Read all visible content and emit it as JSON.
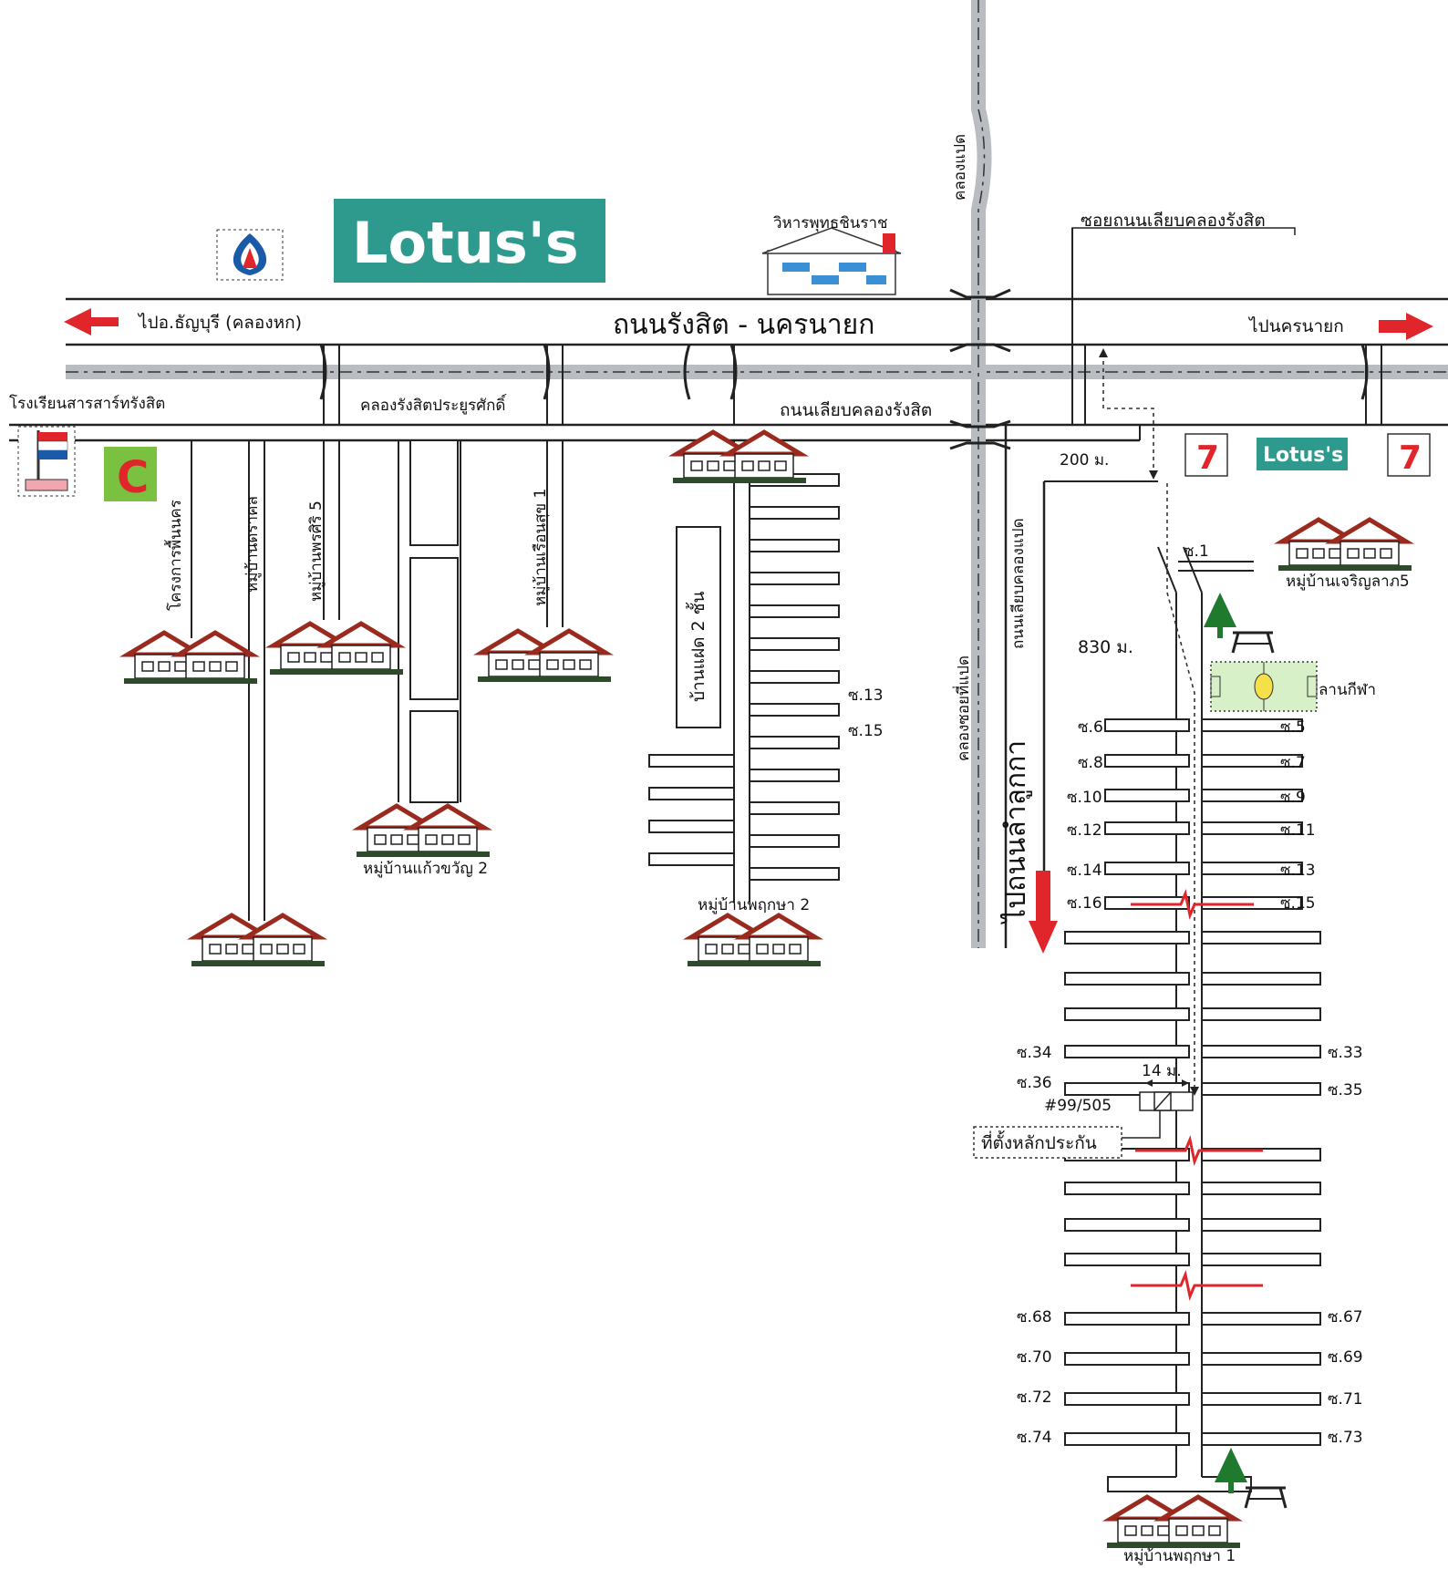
{
  "colors": {
    "arrow_red": "#e0262b",
    "house_roof": "#9a2a1e",
    "house_base": "#2d4a2a",
    "lotus_teal": "#2e9a8e",
    "lotus_orange": "#f5a623",
    "canal_grey": "#b9bcc0",
    "tree_green": "#1f7a2e",
    "field_green": "#d7f0c8",
    "seven_green": "#1f8a3a"
  },
  "icons": {
    "lotus_logo": "lotus-store-logo",
    "pt_logo": "pt-gas-station-logo",
    "bigc_logo": "bigc-store-logo",
    "seven_eleven": "7-eleven-store-icon",
    "temple": "temple-building-icon",
    "house": "village-house-icon",
    "tree": "tree-icon",
    "picnic_table": "picnic-table-icon",
    "school_flag": "school-flag-icon",
    "direction_arrow": "red-arrow-icon",
    "bridge": "bridge-icon"
  },
  "logos": {
    "lotus_main": "Lotus's",
    "lotus_small": "Lotus's",
    "bigc": "C",
    "seven": "7"
  },
  "labels": {
    "main_road": "ถนนรังสิต - นครนายก",
    "to_thanyaburi": "ไปอ.ธัญบุรี (คลองหก)",
    "to_nakhon_nayok": "ไปนครนายก",
    "temple": "วิหารพุทธชินราช",
    "canal_8": "คลองแปด",
    "soi_canal_road": "ซอยถนนเลียบคลองรังสิต",
    "school": "โรงเรียนสารสาร์ทรังสิต",
    "canal_rangsit": "คลองรังสิตประยูรศักดิ์",
    "canal_road": "ถนนเลียบคลองรังสิต",
    "dist_200": "200 ม.",
    "project_phun": "โครงการพื้นนคร",
    "village_darakol": "หมู่บ้านดราคล",
    "village_pornsiri": "หมู่บ้านพรศิริ 5",
    "village_ruenthong": "หมู่บ้านเรือนสุข 1",
    "flat": "บ้านแฝด 2 ชั้น",
    "village_kaewkwan": "หมู่บ้านแก้วขวัญ 2",
    "village_pruksa2": "หมู่บ้านพฤกษา 2",
    "soi_khlong8": "คลองซอยที่แปด",
    "road_khlong8": "ถนนเลียบคลองแปด",
    "to_lamlukka": "ไปถนนลำลูกกา",
    "village_charoen": "หมู่บ้านเจริญลาภ5",
    "dist_830": "830 ม.",
    "sports": "ลานกีฬา",
    "dist_14": "14 ม.",
    "house_no": "#99/505",
    "location": "ที่ตั้งหลักประกัน",
    "village_pruksa1": "หมู่บ้านพฤกษา 1"
  },
  "soi_labels": {
    "s1": "ซ.1",
    "s13a": "ซ.13",
    "s15a": "ซ.15",
    "s5": "ซ.5",
    "s6": "ซ.6",
    "s7": "ซ.7",
    "s8": "ซ.8",
    "s9": "ซ.9",
    "s10": "ซ.10",
    "s11": "ซ.11",
    "s12": "ซ.12",
    "s13": "ซ.13",
    "s14": "ซ.14",
    "s15": "ซ.15",
    "s16": "ซ.16",
    "s33": "ซ.33",
    "s34": "ซ.34",
    "s35": "ซ.35",
    "s36": "ซ.36",
    "s67": "ซ.67",
    "s68": "ซ.68",
    "s69": "ซ.69",
    "s70": "ซ.70",
    "s71": "ซ.71",
    "s72": "ซ.72",
    "s73": "ซ.73",
    "s74": "ซ.74"
  }
}
